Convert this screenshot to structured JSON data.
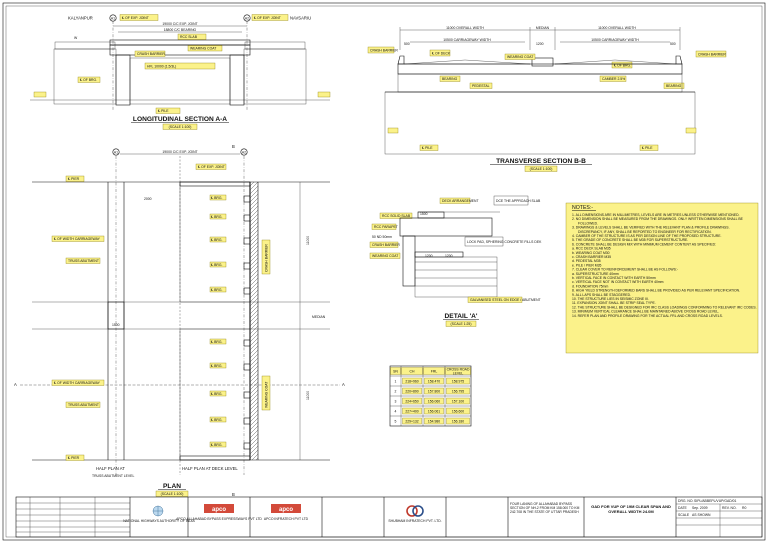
{
  "sheet": {
    "longitudinal": {
      "title": "LONGITUDINAL SECTION A-A",
      "scale": "(SCALE 1:100)",
      "left_place": "KALYANPUR",
      "right_place": "NAVSARIU",
      "axis_left": "A1",
      "axis_right": "A2",
      "axis_left_label": "℄ OF EXP. JOINT",
      "axis_right_label": "℄ OF EXP. JOINT",
      "dim_top": "19000 C/C EXP. JOINT",
      "dim_second": "18800 C/C BEARING",
      "tags": [
        "℄ OF BRG.",
        "CRASH BARRIER",
        "WEARING COAT",
        "RCC SLAB",
        "HFL  10000  (1.5/3L)",
        "℄ PILE"
      ],
      "side_w": "W"
    },
    "transverse": {
      "title": "TRANSVERSE SECTION B-B",
      "scale": "(SCALE 1:100)",
      "dim_left": "11000 OVERALL WIDTH",
      "dim_right": "11000 OVERALL WIDTH",
      "dim_median": "MEDIAN",
      "dim_cw_left": "10500 CARRIAGEWAY WIDTH",
      "dim_cw_right": "10500 CARRIAGEWAY WIDTH",
      "dim_small": [
        "500",
        "1200",
        "500"
      ],
      "tags": [
        "CRASH BARRIER",
        "℄ OF DECK",
        "℄ OF BRG.",
        "CRASH BARRIER",
        "WEARING COAT",
        "BEARING",
        "PEDESTAL",
        "CAMBER 2.5%",
        "BEARING",
        "℄ PILE",
        "℄ PILE"
      ]
    },
    "plan": {
      "title": "PLAN",
      "scale": "(SCALE 1:100)",
      "half_left": "HALF PLAN AT",
      "half_left_sub": "TRUSS ABUTMENT LEVEL",
      "half_right": "HALF PLAN AT DECK LEVEL",
      "axis_left": "A1",
      "axis_right": "A2",
      "axis_label": "19000 C/C EXP. JOINT",
      "section_mark": "B",
      "section_mark_a": "A",
      "tags_left": [
        "℄ PIER",
        "℄ OF WIDTH CARRIAGEWAY",
        "TRUSS ABUTMENT",
        "℄ OF WIDTH CARRIAGEWAY",
        "TRUSS ABUTMENT",
        "℄ PIER"
      ],
      "tags_right": [
        "℄ OF EXP. JOINT",
        "℄ BRG.",
        "℄ BRG.",
        "℄ BRG.",
        "℄ BRG.",
        "℄ BRG.",
        "℄ BRG.",
        "℄ BRG.",
        "℄ BRG.",
        "℄ BRG.",
        "℄ BRG.",
        "CRASH BARRIER",
        "WEARING COAT"
      ],
      "dims": [
        "1500",
        "2000",
        "11000",
        "11000",
        "MEDIAN"
      ]
    },
    "detail": {
      "title": "DETAIL 'A'",
      "scale": "(SCALE 1:25)",
      "tags": [
        "RCC SOLID SLAB",
        "DECK ARRANGEMENT",
        "DCE THE APPROACH SLAB",
        "RCC PARAPET",
        "CRASH BARRIER",
        "WEARING COAT",
        "50 ND 50mm",
        "LOCK PAD, SPHERING CONCRETE FILLS DEK",
        "GALVANISED STEEL ON EDGE / ABUTMENT"
      ],
      "dims": [
        "1200",
        "1200",
        "1500"
      ]
    },
    "notes": {
      "heading": "NOTES:-",
      "items": [
        "1.  ALL DIMENSIONS ARE IN MILLIMETRES, LEVELS ARE IN METRES UNLESS OTHERWISE MENTIONED.",
        "2.  NO DIMENSION SHALL BE MEASURED FROM THE DRAWINGS. ONLY WRITTEN DIMENSIONS SHALL BE FOLLOWED.",
        "3.  DRAWINGS & LEVELS SHALL BE VERIFIED WITH THE RELEVANT PLAN & PROFILE DRAWINGS. DISCREPANCY, IF ANY, SHALL BE REPORTED TO ENGINEER FOR RECTIFICATION.",
        "4.  CAMBER OF THE STRUCTURE IS AS PER DESIGN LINE OF THE PROPOSED STRUCTURE.",
        "5.  THE GRADE OF CONCRETE SHALL BE M35 FOR SUPERSTRUCTURE.",
        "6.  CONCRETE SHALL BE DESIGN MIX WITH MINIMUM CEMENT CONTENT AS SPECIFIED:",
        "       a.  RCC DECK SLAB                      M35",
        "       b.  WEARING COAT                        M30",
        "       c.  CRASH BARRIER                        M35",
        "       d.  PEDESTAL                                M35",
        "       e.  PILE / PIER                             M35",
        "7.  CLEAR COVER TO REINFORCEMENT SHALL BE AS FOLLOWS:-",
        "       a.  SUPERSTRUCTURE                     40mm",
        "       b.  VERTICAL FACE IN CONTACT WITH EARTH    50mm",
        "       c.  VERTICAL FACE NOT IN CONTACT WITH EARTH  40mm",
        "       d.  FOUNDATION                            75mm",
        "8.  HIGH YIELD STRENGTH DEFORMED BARS SHALL BE PROVIDED AS PER RELEVANT SPECIFICATION.",
        "9.  ALL LAPS SHALL BE STAGGERED.",
        "10. THE STRUCTURE LIES IN SEISMIC ZONE III.",
        "11. EXPANSION JOINT SHALL BE STRIP SEAL TYPE.",
        "12. THE STRUCTURE SHALL BE DESIGNED FOR IRC CLASS LOADINGS CONFORMING TO RELEVANT IRC CODES.",
        "13. MINIMUM VERTICAL CLEARANCE SHALL BE MAINTAINED ABOVE CROSS ROAD LEVEL.",
        "14. REFER PLAN AND PROFILE DRAWING FOR THE ACTUAL FRL AND CROSS ROAD LEVELS."
      ]
    },
    "level_table": {
      "headers": [
        "SN",
        "CH",
        "FRL",
        "CROSS ROAD LEVEL"
      ],
      "rows": [
        [
          "1",
          "218+960",
          "158.470",
          "158.975"
        ],
        [
          "2",
          "220+890",
          "157.800",
          "156.795"
        ],
        [
          "3",
          "224+650",
          "156.060",
          "157.100"
        ],
        [
          "4",
          "227+400",
          "156.061",
          "156.600"
        ],
        [
          "5",
          "229+132",
          "154.980",
          "156.180"
        ]
      ]
    },
    "title_block": {
      "owner": "NATIONAL HIGHWAYS AUTHORITY OF INDIA",
      "contractor": "APCO ALLAHABAD BYPASS EXPRESSWAYS PVT LTD",
      "epc": "APCO INFRATECH PVT LTD",
      "consultant": "SHUBHAM INFRATECH PVT. LTD.",
      "project": "FOUR LANING OF ALLAHABAD BYPASS SECTION OF NH-2 FROM KM 158.000 TO KM 242.708 IN THE STATE OF UTTAR PRADESH",
      "drawing_title": "GAD FOR VUP OF 19M CLEAR SPAN AND OVERALL WIDTH 24.0M",
      "drg_no_label": "DRG. NO.",
      "drg_no": "SIPL/ABBEPL/VUP/GAD/01",
      "rev_label": "REV. NO.",
      "rev": "R0",
      "date_label": "DATE",
      "date": "Sep. 2009",
      "scale_label": "SCALE",
      "scale": "AS SHOWN"
    },
    "colors": {
      "highlight": "#fbf28a",
      "line": "#111111",
      "hatch": "#333333"
    }
  }
}
